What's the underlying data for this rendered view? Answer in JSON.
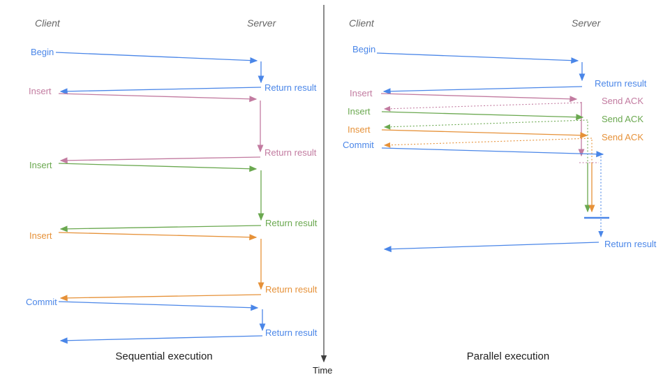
{
  "colors": {
    "blue": "#4a86e8",
    "pink": "#c27ba0",
    "green": "#6aa84f",
    "orange": "#e69138",
    "axis": "#3f3f3f",
    "header": "#666666",
    "caption": "#1f1f1f"
  },
  "timeline": {
    "time_label": "Time"
  },
  "left": {
    "caption": "Sequential execution",
    "client_header": "Client",
    "server_header": "Server",
    "ops": [
      {
        "label": "Begin",
        "result": "Return result",
        "color": "#4a86e8"
      },
      {
        "label": "Insert",
        "result": "Return result",
        "color": "#c27ba0"
      },
      {
        "label": "Insert",
        "result": "Return result",
        "color": "#6aa84f"
      },
      {
        "label": "Insert",
        "result": "Return result",
        "color": "#e69138"
      },
      {
        "label": "Commit",
        "result": "Return result",
        "color": "#4a86e8"
      }
    ]
  },
  "right": {
    "caption": "Parallel execution",
    "client_header": "Client",
    "server_header": "Server",
    "ops": [
      {
        "label": "Begin",
        "result": "Return result",
        "color": "#4a86e8"
      },
      {
        "label": "Insert",
        "ack": "Send ACK",
        "color": "#c27ba0"
      },
      {
        "label": "Insert",
        "ack": "Send ACK",
        "color": "#6aa84f"
      },
      {
        "label": "Insert",
        "ack": "Send ACK",
        "color": "#e69138"
      },
      {
        "label": "Commit",
        "color": "#4a86e8"
      }
    ],
    "final_result": "Return result"
  }
}
